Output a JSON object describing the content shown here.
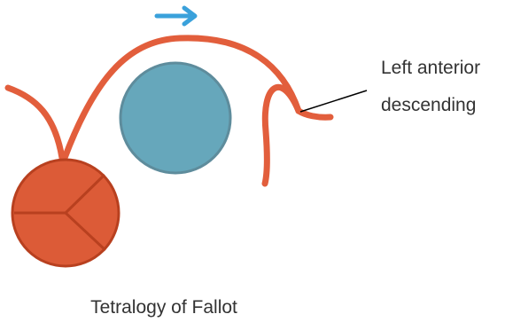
{
  "diagram": {
    "callout": {
      "line1": "Left anterior",
      "line2": "descending"
    },
    "caption": "Tetralogy of Fallot",
    "colors": {
      "vessel": "#E25E3C",
      "aortic_valve": "#DC5B37",
      "aortic_valve_edge": "#B8401F",
      "pulmonary_artery": "#66A7BB",
      "pulmonary_artery_edge": "#5E8C9C",
      "flow_arrow": "#3AA1DB",
      "leader_line": "#000000"
    },
    "icons": [
      "flow-arrow-icon"
    ]
  }
}
